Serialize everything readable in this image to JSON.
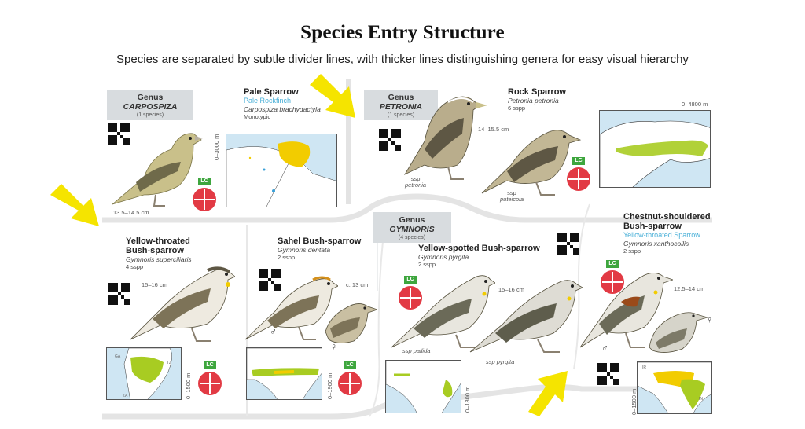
{
  "header": {
    "title": "Species Entry Structure",
    "subtitle": "Species are separated by subtle divider lines, with thicker lines distinguishing genera for easy visual hierarchy"
  },
  "genera": [
    {
      "prefix": "Genus",
      "name": "CARPOSPIZA",
      "count": "(1 species)"
    },
    {
      "prefix": "Genus",
      "name": "PETRONIA",
      "count": "(1 species)"
    },
    {
      "prefix": "Genus",
      "name": "GYMNORIS",
      "count": "(4 species)"
    }
  ],
  "species": [
    {
      "name": "Pale Sparrow",
      "alt_name": "Pale Rockfinch",
      "scientific": "Carpospiza brachydactyla",
      "subspecies": "Monotypic",
      "size": "13.5–14.5 cm",
      "altitude": "0–3000 m",
      "status": "LC"
    },
    {
      "name": "Rock Sparrow",
      "scientific": "Petronia petronia",
      "subspecies": "6 sspp",
      "size": "14–15.5 cm",
      "altitude": "0–4800 m",
      "status": "LC",
      "labels": [
        {
          "ssp": "ssp",
          "form": "petronia"
        },
        {
          "ssp": "ssp",
          "form": "puteicola"
        }
      ]
    },
    {
      "name_line1": "Yellow-throated",
      "name_line2": "Bush-sparrow",
      "scientific": "Gymnoris superciliaris",
      "subspecies": "4 sspp",
      "size": "15–16 cm",
      "altitude": "0–1500 m",
      "status": "LC",
      "map_labels": [
        "GA",
        "TZ",
        "ZA"
      ]
    },
    {
      "name": "Sahel Bush-sparrow",
      "scientific": "Gymnoris dentata",
      "subspecies": "2 sspp",
      "size": "c. 13 cm",
      "altitude": "0–1900 m",
      "status": "LC",
      "male": "♂",
      "female": "♀"
    },
    {
      "name": "Yellow-spotted Bush-sparrow",
      "scientific": "Gymnoris pyrgita",
      "subspecies": "2 sspp",
      "size": "15–16 cm",
      "altitude": "0–1800 m",
      "status": "LC",
      "labels": [
        "ssp pallida",
        "ssp pyrgita"
      ]
    },
    {
      "name_line1": "Chestnut-shouldered",
      "name_line2": "Bush-sparrow",
      "alt_name": "Yellow-throated Sparrow",
      "scientific": "Gymnoris xanthocollis",
      "subspecies": "2 sspp",
      "size": "12.5–14 cm",
      "altitude": "0–1500 m",
      "status": "LC",
      "male": "♂",
      "female": "♀",
      "map_labels": [
        "IR",
        "IN"
      ]
    }
  ],
  "colors": {
    "arrow": "#f5e400",
    "lc_tag": "#3ea63e",
    "status_disc": "#e23a44",
    "range_yellow": "#f2cc00",
    "range_green": "#a8cc22",
    "genus_box": "#d8dcdf",
    "alt_name": "#4ab0d8"
  }
}
